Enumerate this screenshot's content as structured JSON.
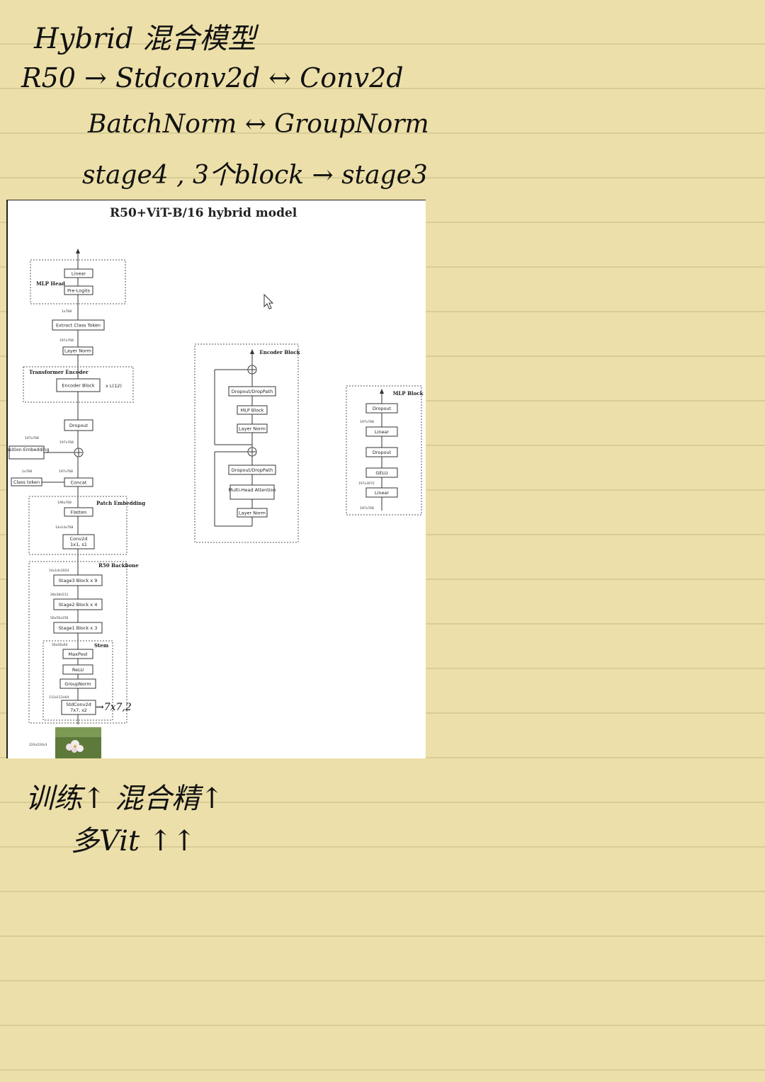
{
  "notes": {
    "line1": "Hybrid 混合模型",
    "line2": "R50 → Stdconv2d ↔ Conv2d",
    "line3": "BatchNorm ↔ GroupNorm",
    "line4": "stage4 , 3个block → stage3",
    "bottom1": "训练↑ 混合精↑",
    "bottom2": "多Vit ↑↑",
    "stem_note": "→7x7,2"
  },
  "figure": {
    "title": "R50+ViT-B/16 hybrid model",
    "main": {
      "linear": "Linear",
      "prelogits": "Pre-Logits",
      "mlp_head": "MLP Head",
      "dim_1x768": "1x768",
      "extract": "Extract Class Token",
      "dim_197_a": "197x768",
      "layer_norm": "Layer Norm",
      "transformer_encoder": "Transformer Encoder",
      "encoder_block": "Encoder Block",
      "repeat": "x L(12)",
      "dropout": "Dropout",
      "dim_197_b": "197x768",
      "dim_197_c": "197x768",
      "position_embedding": "Position Embedding",
      "dim_1x768_b": "1x768",
      "dim_197_d": "197x768",
      "class_token": "Class token",
      "concat": "Concat",
      "dim_196": "196x768",
      "flatten": "Flatten",
      "patch_embedding": "Patch Embedding",
      "dim_14": "14x14x768",
      "conv2d": "Conv2d",
      "conv2d_params": "1x1, s1",
      "dim_1024": "14x14x1024",
      "r50_backbone": "R50 Backbone",
      "stage3": "Stage3 Block x 9",
      "dim_512": "28x28x512",
      "stage2": "Stage2 Block x 4",
      "dim_256": "56x56x256",
      "stage1": "Stage1 Block x 3",
      "dim_64": "56x56x64",
      "stem": "Stem",
      "maxpool": "MaxPool",
      "relu": "ReLU",
      "groupnorm": "GroupNorm",
      "dim_112": "112x112x64",
      "stdconv": "StdConv2d",
      "stdconv_params": "7x7, s2",
      "input_dim": "224x224x3"
    },
    "encoder": {
      "title": "Encoder Block",
      "dropout1": "Dropout/DropPath",
      "mlp_block": "MLP Block",
      "layer_norm1": "Layer Norm",
      "dropout2": "Dropout/DropPath",
      "mha": "Multi-Head Attention",
      "layer_norm2": "Layer Norm"
    },
    "mlp": {
      "title": "MLP Block",
      "dropout1": "Dropout",
      "dim_a": "197x768",
      "linear1": "Linear",
      "dropout2": "Dropout",
      "gelu": "GELU",
      "dim_b": "197x3072",
      "linear2": "Linear",
      "dim_c": "197x768"
    }
  }
}
